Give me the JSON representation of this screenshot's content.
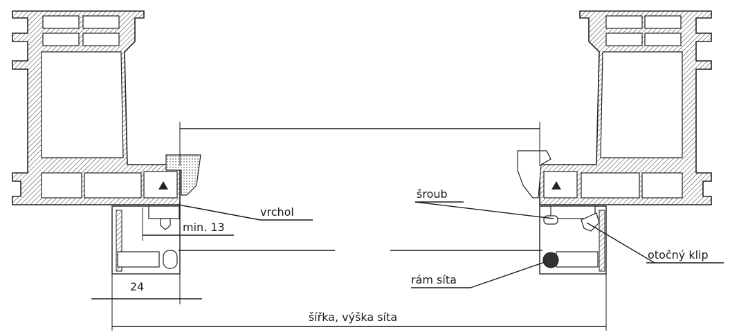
{
  "labels": {
    "top": "vrchol",
    "min": "min. 13",
    "screw": "šroub",
    "clip": "otočný klip",
    "screen_frame": "rám síta",
    "dim_24": "24",
    "width_height": "šířka, výška síta"
  }
}
